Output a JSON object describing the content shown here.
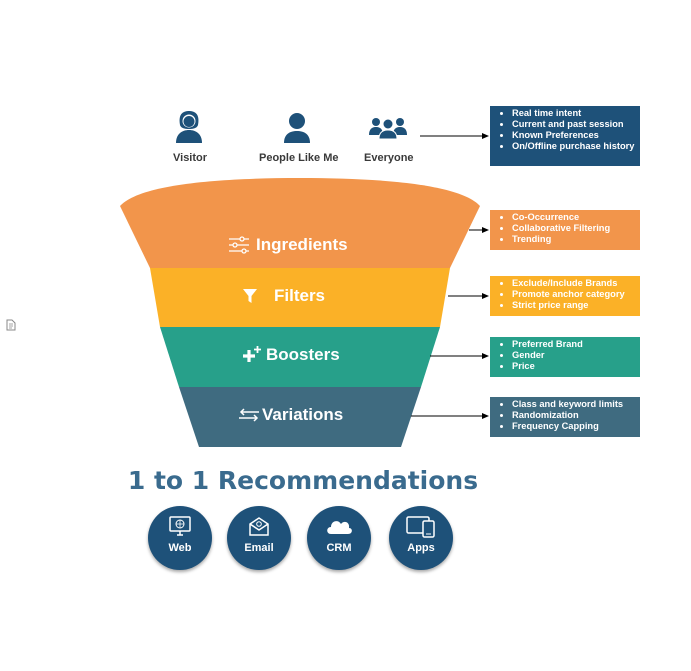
{
  "personas": [
    {
      "label": "Visitor",
      "icon": "female-user-icon"
    },
    {
      "label": "People Like Me",
      "icon": "user-icon"
    },
    {
      "label": "Everyone",
      "icon": "group-icon"
    }
  ],
  "stages": [
    {
      "label": "Ingredients",
      "icon": "sliders-icon",
      "color": "#f2954b"
    },
    {
      "label": "Filters",
      "icon": "filter-icon",
      "color": "#fbb127"
    },
    {
      "label": "Boosters",
      "icon": "sparkle-plus-icon",
      "color": "#27a08a"
    },
    {
      "label": "Variations",
      "icon": "swap-arrows-icon",
      "color": "#3f6b80"
    }
  ],
  "info_boxes": {
    "signals": {
      "color": "#1e5179",
      "items": [
        "Real time intent",
        "Current and past session",
        "Known Preferences",
        "On/Offline purchase history"
      ]
    },
    "ingredients": {
      "color": "#f2954b",
      "items": [
        "Co-Occurrence",
        "Collaborative Filtering",
        "Trending"
      ]
    },
    "filters": {
      "color": "#fbb127",
      "items": [
        "Exclude/Include Brands",
        "Promote anchor category",
        "Strict price range"
      ]
    },
    "boosters": {
      "color": "#27a08a",
      "items": [
        "Preferred Brand",
        "Gender",
        "Price"
      ]
    },
    "variations": {
      "color": "#3f6b80",
      "items": [
        "Class  and keyword limits",
        "Randomization",
        "Frequency Capping"
      ]
    }
  },
  "recommendations": {
    "title": "1 to 1 Recommendations",
    "channels": [
      {
        "label": "Web",
        "icon": "web-icon"
      },
      {
        "label": "Email",
        "icon": "email-icon"
      },
      {
        "label": "CRM",
        "icon": "cloud-icon"
      },
      {
        "label": "Apps",
        "icon": "devices-icon"
      }
    ]
  },
  "page_icon": "document-icon"
}
